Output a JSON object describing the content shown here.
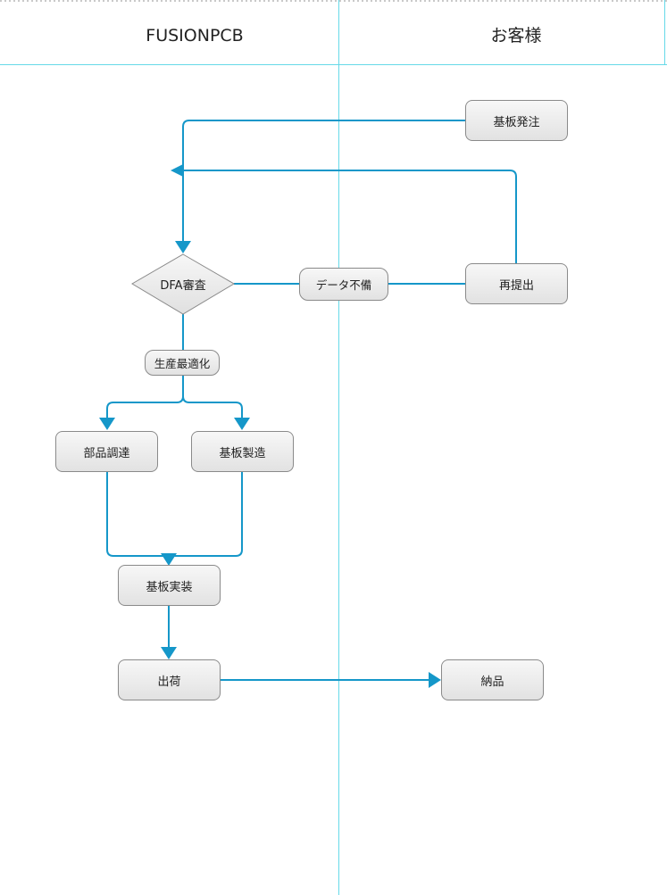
{
  "lanes": {
    "left": "FUSIONPCB",
    "right": "お客様"
  },
  "nodes": {
    "order": "基板発注",
    "resubmit": "再提出",
    "dfa_review": "DFA審査",
    "data_incomplete": "データ不備",
    "production_optimization": "生産最適化",
    "parts_procurement": "部品調達",
    "board_manufacturing": "基板製造",
    "board_assembly": "基板実装",
    "shipping": "出荷",
    "delivery": "納品"
  },
  "colors": {
    "connector": "#1597c9",
    "lane_divider": "#66d9e8",
    "node_border": "#8a8a8a"
  }
}
